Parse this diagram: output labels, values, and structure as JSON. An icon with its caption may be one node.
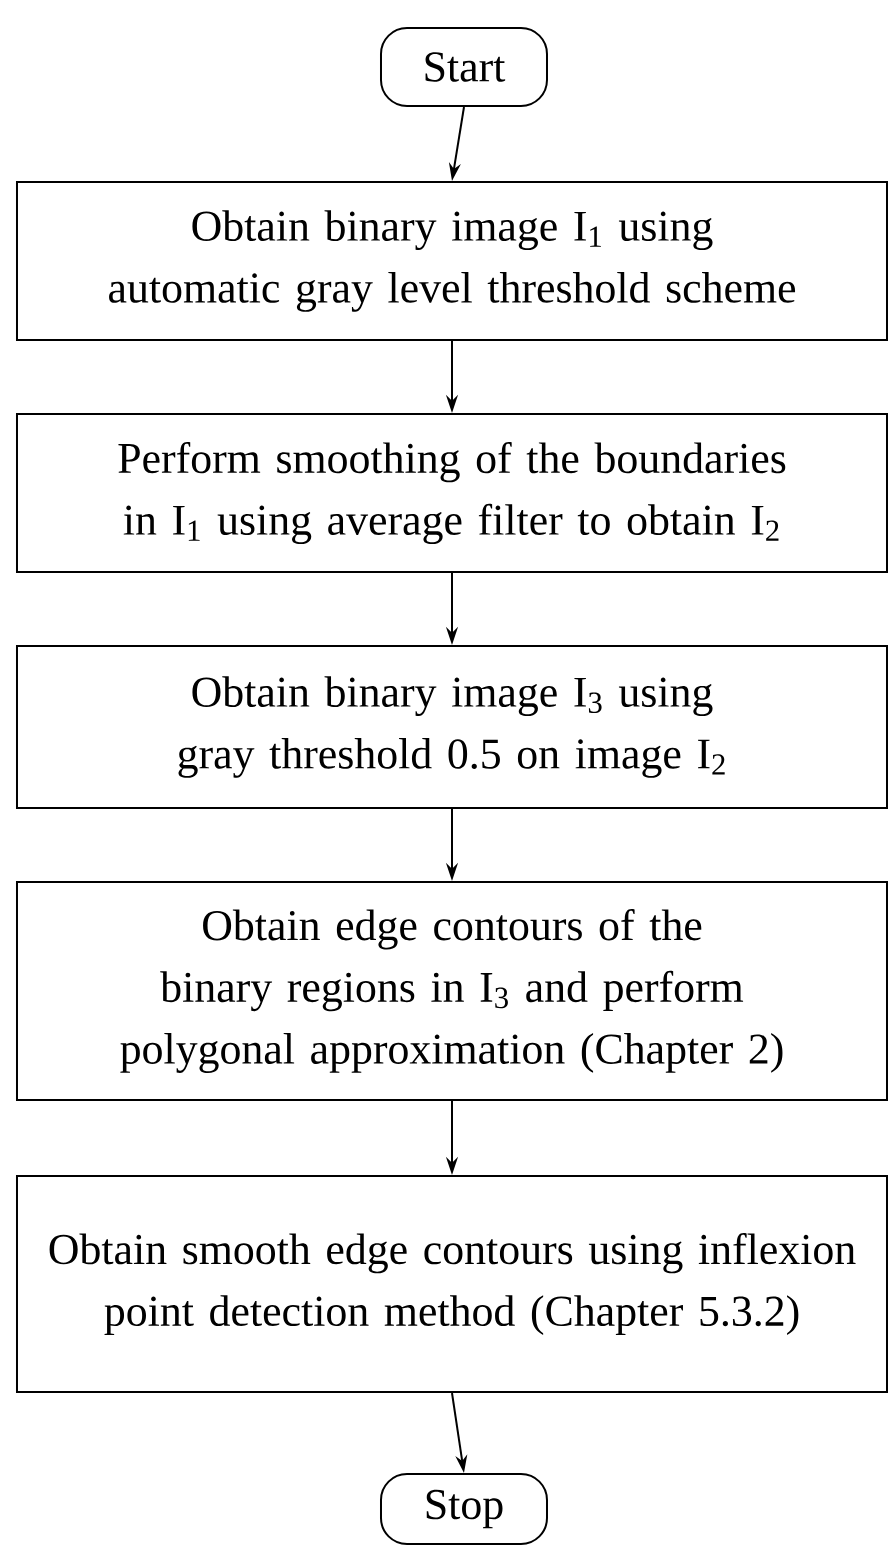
{
  "diagram": {
    "nodes": [
      {
        "text": [
          "Start"
        ]
      },
      {
        "text": [
          "Obtain binary image I$_{1}$ using automatic gray level threshold scheme"
        ]
      },
      {
        "text": [
          "Perform smoothing of the boundaries in I$_{1}$ using average filter to obtain I$_{2}$"
        ]
      },
      {
        "text": [
          "Obtain binary image I$_{3}$ using gray threshold 0.5 on image I$_{2}$"
        ]
      },
      {
        "text": [
          "Obtain edge contours of the binary regions in I$_{3}$ and perform polygonal approximation (Chapter 2)"
        ]
      },
      {
        "text": [
          "Obtain smooth edge contours using inflexion point detection method (Chapter 5.3.2)"
        ]
      },
      {
        "text": [
          "Stop"
        ]
      }
    ],
    "edges": [
      {
        "from": 0,
        "to": 1,
        "arrow": "to"
      },
      {
        "from": 1,
        "to": 2,
        "arrow": "to"
      },
      {
        "from": 2,
        "to": 3,
        "arrow": "to"
      },
      {
        "from": 3,
        "to": 4,
        "arrow": "to"
      },
      {
        "from": 4,
        "to": 5,
        "arrow": "to"
      },
      {
        "from": 5,
        "to": 6,
        "arrow": "to"
      }
    ]
  }
}
